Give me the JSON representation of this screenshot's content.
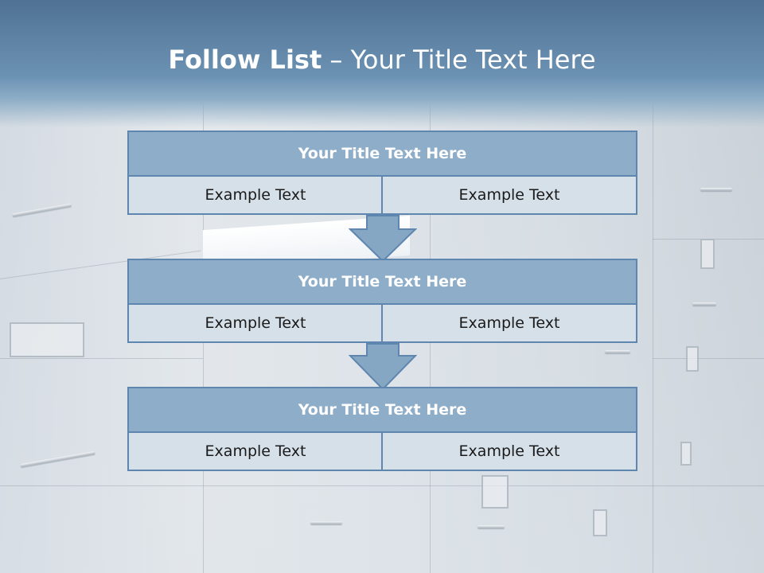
{
  "slide": {
    "title_strong": "Follow List",
    "title_rest": " – Your Title Text Here"
  },
  "steps": [
    {
      "title": "Your Title Text Here",
      "left": "Example Text",
      "right": "Example Text"
    },
    {
      "title": "Your Title Text Here",
      "left": "Example Text",
      "right": "Example Text"
    },
    {
      "title": "Your Title Text Here",
      "left": "Example Text",
      "right": "Example Text"
    }
  ],
  "colors": {
    "header_band": "#5b7fa2",
    "box_head_fill": "#8eadc9",
    "box_border": "#5e86ae",
    "cell_fill": "#d6e0e9",
    "arrow_fill": "#86a7c4"
  }
}
